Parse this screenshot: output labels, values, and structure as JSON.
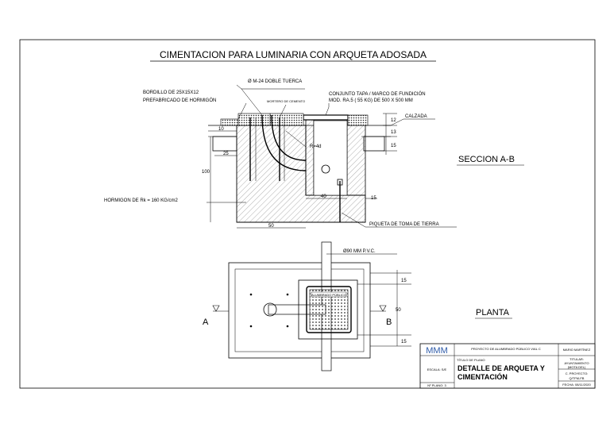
{
  "drawing": {
    "main_title": "CIMENTACION PARA LUMINARIA CON ARQUETA ADOSADA",
    "section": {
      "label": "SECCION A-B",
      "notes": {
        "bolt": "Ø M-24 DOBLE TUERCA",
        "kerb_line1": "BORDILLO DE 25X15X12",
        "kerb_line2": "PREFABRICADO DE HORMIGÓN",
        "mortar": "MORTERO DE CEMENTO",
        "cover_line1": "CONJUNTO TAPA / MARCO DE FUNDICIÓN",
        "cover_line2": "MOD. RA.5 ( 55 KG) DE 500 X 500 MM",
        "road": "CALZADA",
        "radius": "R=4d",
        "concrete": "HORMIGON DE Rk = 160 KG/cm2",
        "earth": "PIQUETA DE TOMA DE TIERRA"
      },
      "dims": {
        "d10": "10",
        "d25": "25",
        "d100": "100",
        "d40": "40",
        "d50": "50",
        "d12": "12",
        "d13": "13",
        "d15_right": "15",
        "d15_bottom": "15"
      }
    },
    "plan": {
      "label": "PLANTA",
      "pvc": "Ø90 MM P.V.C.",
      "cut_a": "A",
      "cut_b": "B",
      "dims": {
        "top": "15",
        "mid": "50",
        "bottom": "15"
      },
      "cover_text": "ALUMBRADO PÚBLICO"
    }
  },
  "title_block": {
    "logo": "MMM",
    "project": "PROYECTO DE ALUMBRADO PÚBLICO VIAL C",
    "author": "MARIO MARTÍNEZ",
    "plan_title_label": "TÍTULO DE PLANO",
    "plan_title_line1": "DETALLE DE ARQUETA Y",
    "plan_title_line2": "CIMENTACIÓN",
    "scale": "ESCALA: S/E",
    "sheet_no": "Nº PLANO: 3",
    "owner_label": "TITULAR:",
    "owner_line1": "AYUNTAMIENTO",
    "owner_line2": "(MOTA DEL)",
    "code_label": "C. PROYECTO:",
    "code": "Q/TFM-FB",
    "date": "FECHA: 08/11/2020"
  }
}
